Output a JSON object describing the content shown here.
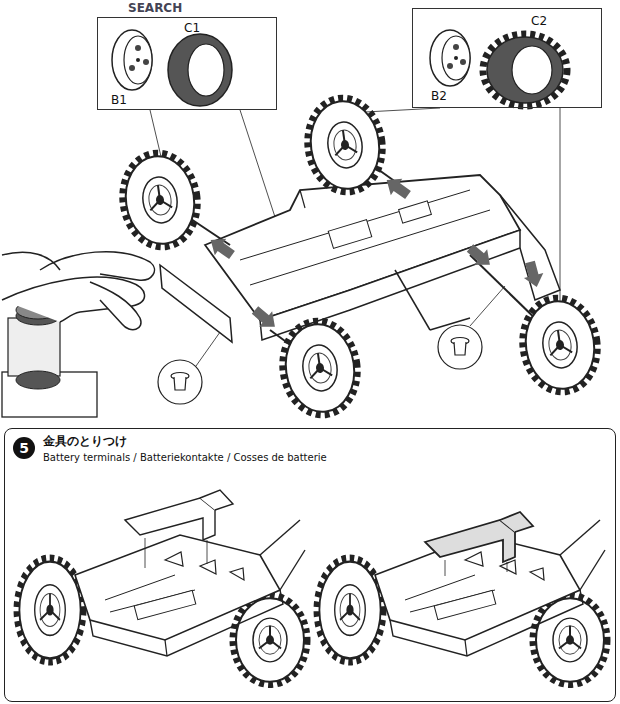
{
  "diagram": {
    "nodes": [
      {
        "text": [
          "C1",
          "B1"
        ]
      },
      {
        "text": [
          "C2",
          "B2"
        ]
      },
      {
        "text": [
          "金具のとりつけ",
          "Battery terminals / Batteriekontakte / Cosses de batterie"
        ]
      },
      {
        "text": [
          "5"
        ],
        "in": 2
      }
    ],
    "labels": [
      "SEARCH"
    ]
  }
}
